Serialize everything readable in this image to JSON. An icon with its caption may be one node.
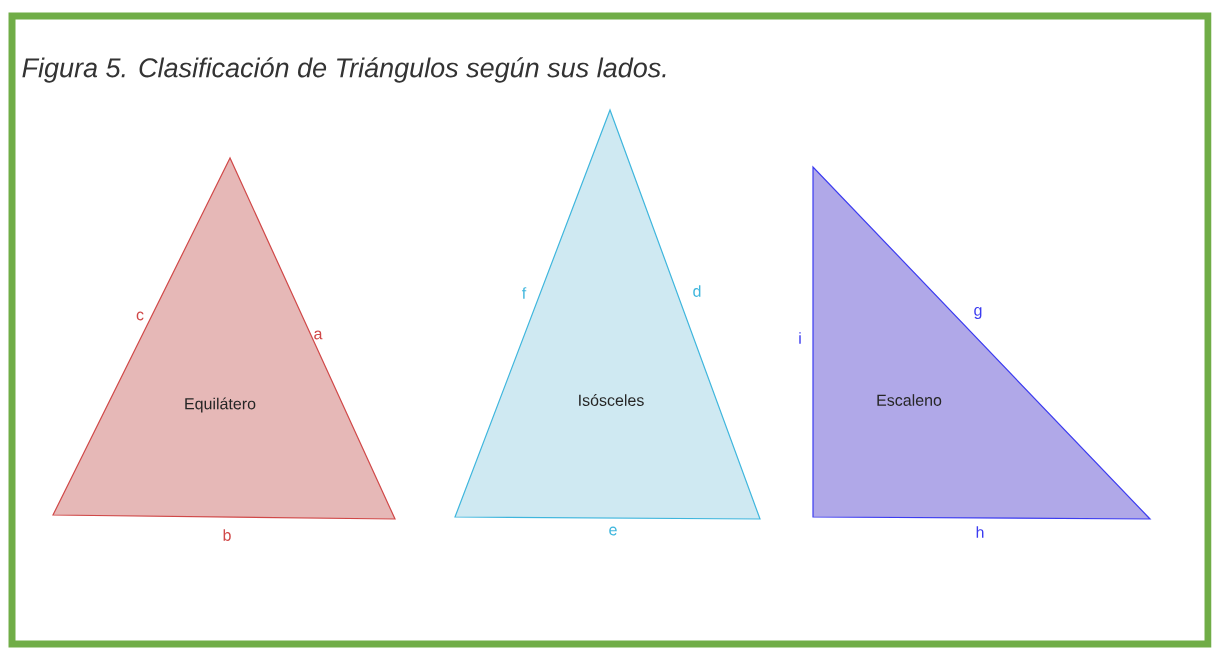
{
  "diagram": {
    "title": "Figura 5. Clasificación de Triángulos según sus lados.",
    "nodes": [
      {
        "text": [
          "Equilátero"
        ],
        "beside": [
          "c",
          "a",
          "b"
        ]
      },
      {
        "text": [
          "Isósceles"
        ],
        "beside": [
          "f",
          "d",
          "e"
        ]
      },
      {
        "text": [
          "Escaleno"
        ],
        "beside": [
          "i",
          "g",
          "h"
        ]
      }
    ]
  }
}
